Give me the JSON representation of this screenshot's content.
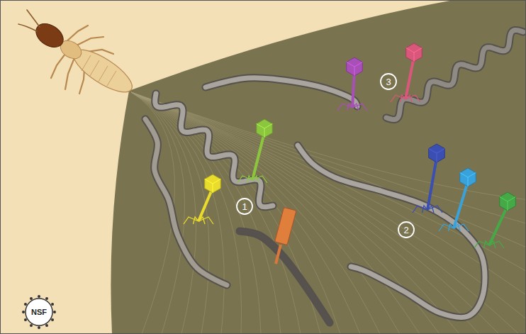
{
  "diagram": {
    "labels": [
      "3",
      "1",
      "2",
      "NSF"
    ]
  }
}
